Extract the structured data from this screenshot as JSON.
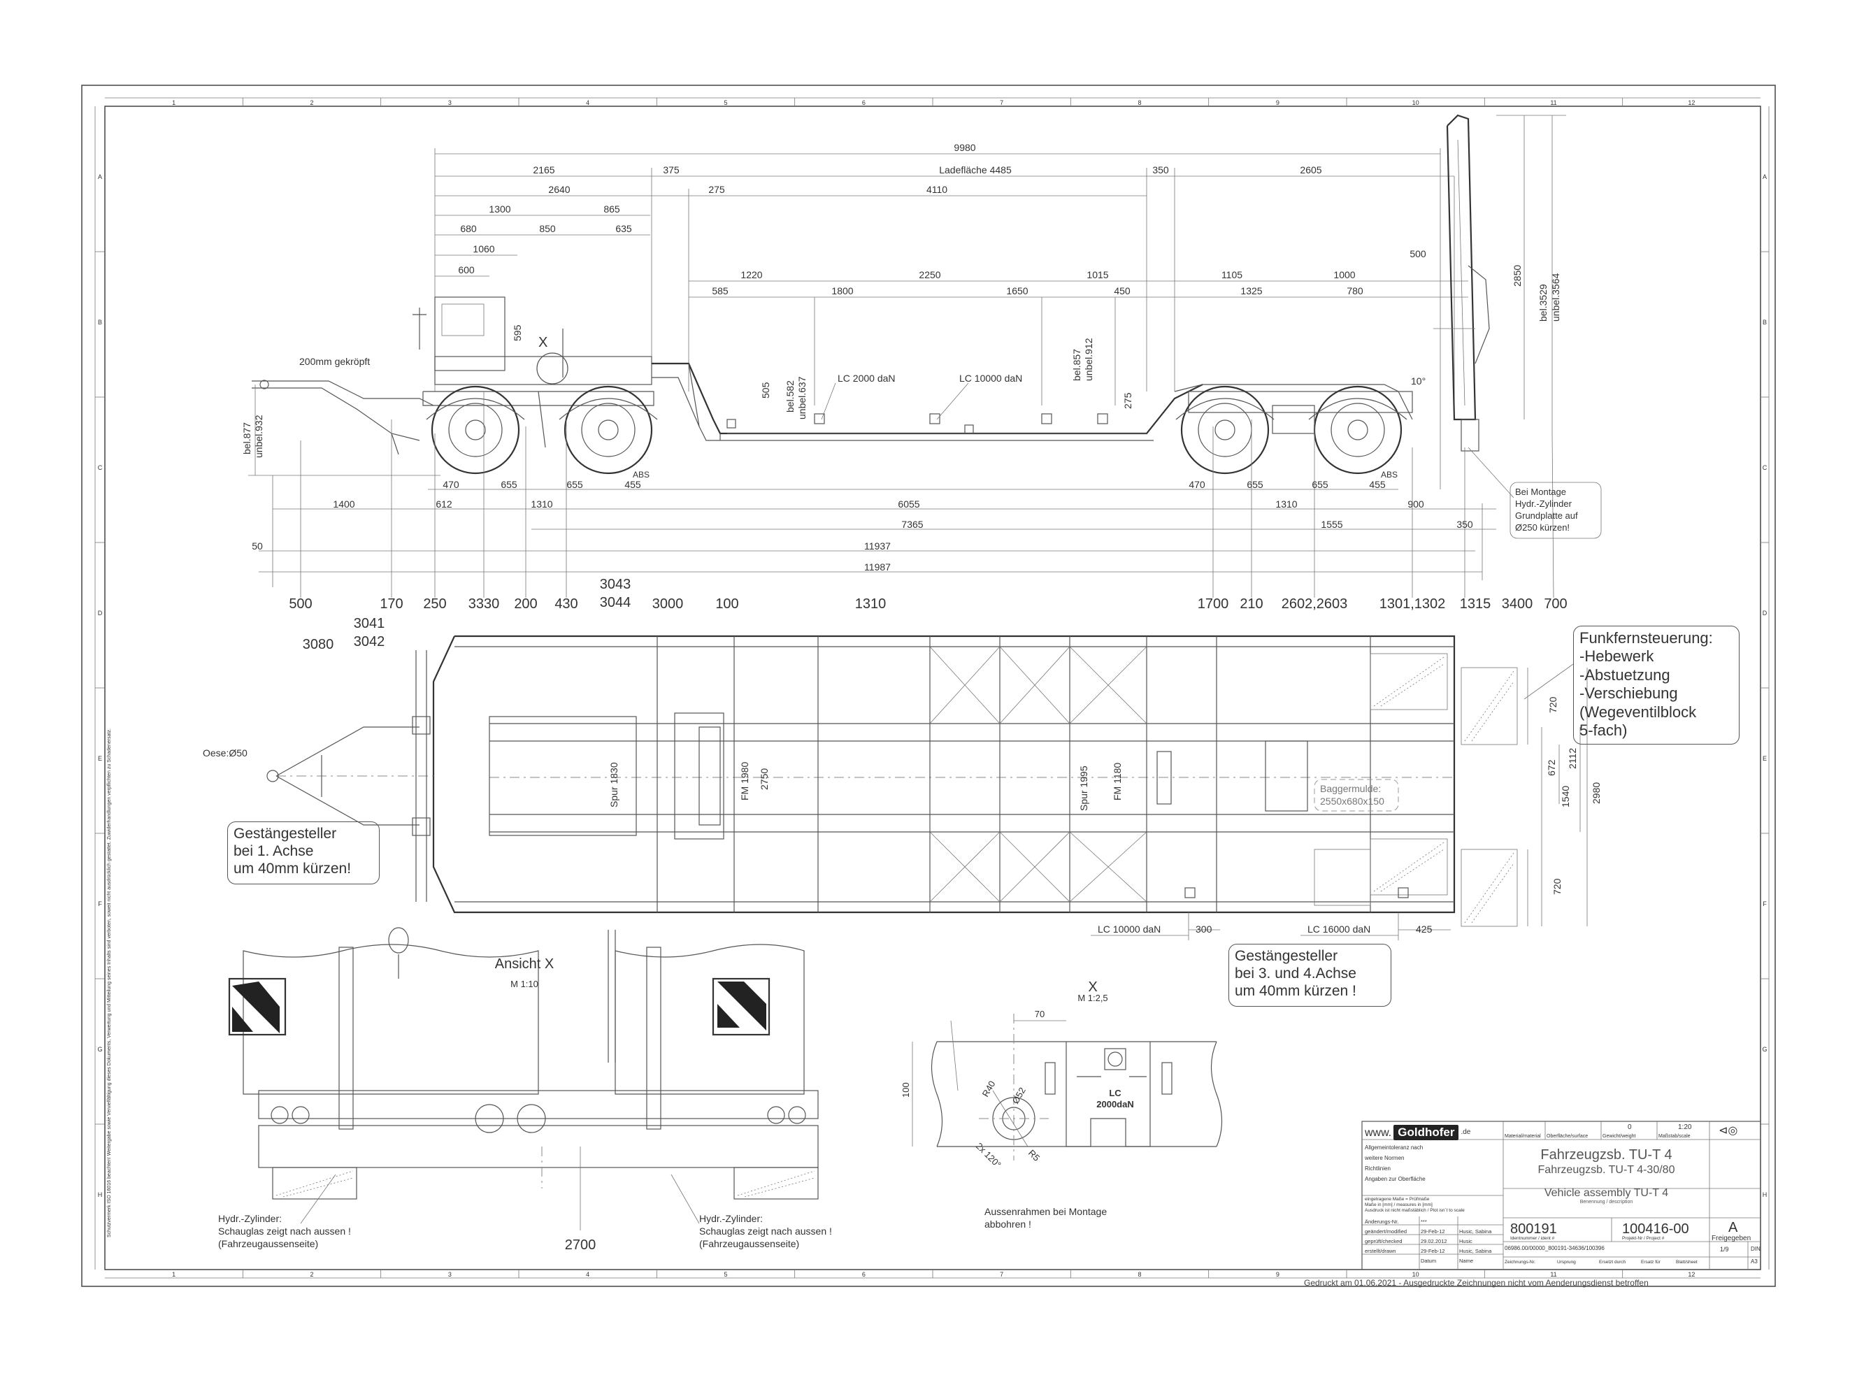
{
  "border": {
    "columns": [
      "1",
      "2",
      "3",
      "4",
      "5",
      "6",
      "7",
      "8",
      "9",
      "10",
      "11",
      "12"
    ],
    "rows": [
      "A",
      "B",
      "C",
      "D",
      "E",
      "F",
      "G",
      "H"
    ]
  },
  "side_view": {
    "top_dims": [
      "9980",
      "2165",
      "375",
      "Ladefläche 4485",
      "350",
      "2605",
      "2640",
      "275",
      "4110",
      "1300",
      "865",
      "680",
      "850",
      "635",
      "1060",
      "600",
      "1220",
      "2250",
      "1015",
      "1105",
      "1000",
      "500",
      "585",
      "1800",
      "1650",
      "450",
      "1325",
      "780"
    ],
    "vertical_dims": [
      "595",
      "505",
      "bel.582",
      "unbel.637",
      "bel.857",
      "unbel.912",
      "275",
      "bel.877",
      "unbel.932",
      "2850",
      "bel.3529",
      "unbel.3564"
    ],
    "lc_labels": [
      "LC 2000 daN",
      "LC 10000 daN"
    ],
    "angle": "10°",
    "abs_labels": [
      "ABS",
      "ABS"
    ],
    "gooseneck_note": "200mm gekröpft",
    "x_marker": "X",
    "bottom_dims_row1": [
      "470",
      "655",
      "655",
      "455",
      "470",
      "655",
      "655",
      "455"
    ],
    "bottom_dims_row2": [
      "1400",
      "612",
      "1310",
      "6055",
      "1310",
      "900"
    ],
    "bottom_dims_row3": [
      "7365",
      "1555",
      "350"
    ],
    "bottom_dims_row4": [
      "50",
      "11937"
    ],
    "bottom_dims_row5": [
      "11987"
    ],
    "montage_note": [
      "Bei Montage",
      "Hydr.-Zylinder",
      "Grundplatte auf",
      "Ø250 kürzen!"
    ]
  },
  "item_numbers": {
    "row_left": [
      "500",
      "170",
      "250",
      "3330",
      "200",
      "430"
    ],
    "stack_3043": [
      "3043",
      "3044"
    ],
    "row_mid": [
      "3000",
      "100",
      "1310"
    ],
    "row_right": [
      "1700",
      "210",
      "2602,2603",
      "1301,1302",
      "1315",
      "3400",
      "700"
    ],
    "stack_3041": [
      "3041",
      "3042"
    ],
    "item_3080": "3080"
  },
  "plan_view": {
    "oese": "Oese:Ø50",
    "spur1": "Spur 1830",
    "fm1": "FM 1980",
    "w2750": "2750",
    "spur2": "Spur 1995",
    "fm2": "FM 1180",
    "bagger": [
      "Baggermulde:",
      "2550x680x150"
    ],
    "right_dims": [
      "720",
      "672",
      "2112",
      "1540",
      "2980",
      "720"
    ],
    "lc_bottom": [
      "LC 10000 daN",
      "300",
      "LC 16000 daN",
      "425"
    ]
  },
  "notes": {
    "funk": [
      "Funkfernsteuerung:",
      "-Hebewerk",
      "-Abstuetzung",
      "-Verschiebung",
      " (Wegeventilblock",
      " 5-fach)"
    ],
    "gest1": [
      "Gestängesteller",
      "bei 1. Achse",
      "um 40mm kürzen!"
    ],
    "gest2": [
      "Gestängesteller",
      "bei 3. und 4.Achse",
      "um 40mm kürzen !"
    ]
  },
  "view_x": {
    "title": "Ansicht X",
    "scale": "M 1:10",
    "hydr_left": [
      "Hydr.-Zylinder:",
      "Schauglas zeigt nach aussen !",
      "(Fahrzeugaussenseite)"
    ],
    "hydr_right": [
      "Hydr.-Zylinder:",
      "Schauglas zeigt nach aussen !",
      "(Fahrzeugaussenseite)"
    ],
    "item_2700": "2700"
  },
  "detail_x": {
    "title": "X",
    "scale": "M 1:2,5",
    "dim70": "70",
    "dim100": "100",
    "r40": "R40",
    "d52": "Ø52",
    "r5": "R5",
    "angle": "2x 120°",
    "lc": [
      "LC",
      "2000daN"
    ],
    "note": [
      "Aussenrahmen bei Montage",
      "abbohren !"
    ]
  },
  "title_block": {
    "www": "www.",
    "logo": "Goldhofer",
    "de": ".de",
    "headers": [
      "Material/material",
      "Oberfläche/surface",
      "Gewicht/weight",
      "Maßstab/scale"
    ],
    "weight": "0",
    "scale": "1:20",
    "left_rows": [
      "Allgemeintoleranz nach",
      "weitere Normen",
      "Richtlinien",
      "Angaben zur Oberfläche"
    ],
    "title1": "Fahrzeugzsb. TU-T 4",
    "title2": "Fahrzeugzsb. TU-T 4-30/80",
    "title3": "Vehicle assembly TU-T 4",
    "benennung": "Benennung / description",
    "size_note": [
      "eingetragene Maße = Prüfmaße",
      "Maße in [mm] / measures in [mm]",
      "Ausdruck ist nicht maßstäblich / Plot isn´t to scale"
    ],
    "aenderung": "Änderungs-Nr.",
    "stars": "***",
    "geaendert": "geändert/modified",
    "geprueft": "geprüft/checked",
    "erstellt": "erstellt/drawn",
    "date1": "29-Feb-12",
    "date2": "29.02.2012",
    "date3": "29-Feb-12",
    "name1": "Husic, Sabina",
    "name2": "Husic",
    "name3": "Husic, Sabina",
    "datum": "Datum",
    "name": "Name",
    "ident": "800191",
    "ident_label": "Identnummer / ident #",
    "project": "100416-00",
    "project_label": "Projekt-Nr / Project #",
    "rev": "A",
    "status": "Freigegeben",
    "zeichnungsnr": "06986.00/00000_800191-34636/100396",
    "zn_labels": [
      "Zeichnungs-Nr.",
      "Ursprung",
      "Ersetzt durch",
      "Ersatz für",
      "Blatt/sheet"
    ],
    "sheet": "1/9",
    "din": "DIN",
    "format": "A3"
  },
  "footer": "Gedruckt am 01.06.2021 - Ausgedruckte Zeichnungen nicht vom Aenderungsdienst betroffen",
  "margin_text": "Schutzvermerk ISO 16016 beachten! Weitergabe sowie Vervielfältigung dieses Dokuments, Verwertung und Mitteilung seines Inhalts sind verboten, soweit nicht ausdrücklich gestattet. Zuwiderhandlungen verpflichten zu Schadenersatz."
}
